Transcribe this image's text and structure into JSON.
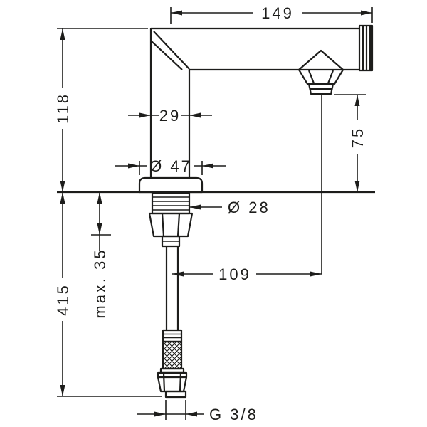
{
  "drawing": {
    "dimensions": {
      "spout_reach": "149",
      "height_above_deck": "118",
      "body_width": "29",
      "outlet_height": "75",
      "base_diameter": "Ø 47",
      "shank_diameter": "Ø 28",
      "max_deck_thickness": "max. 35",
      "length_below_deck": "415",
      "outlet_offset": "109",
      "connection_thread": "G 3/8"
    },
    "colors": {
      "line": "#1d1d1b",
      "background": "#ffffff"
    }
  }
}
